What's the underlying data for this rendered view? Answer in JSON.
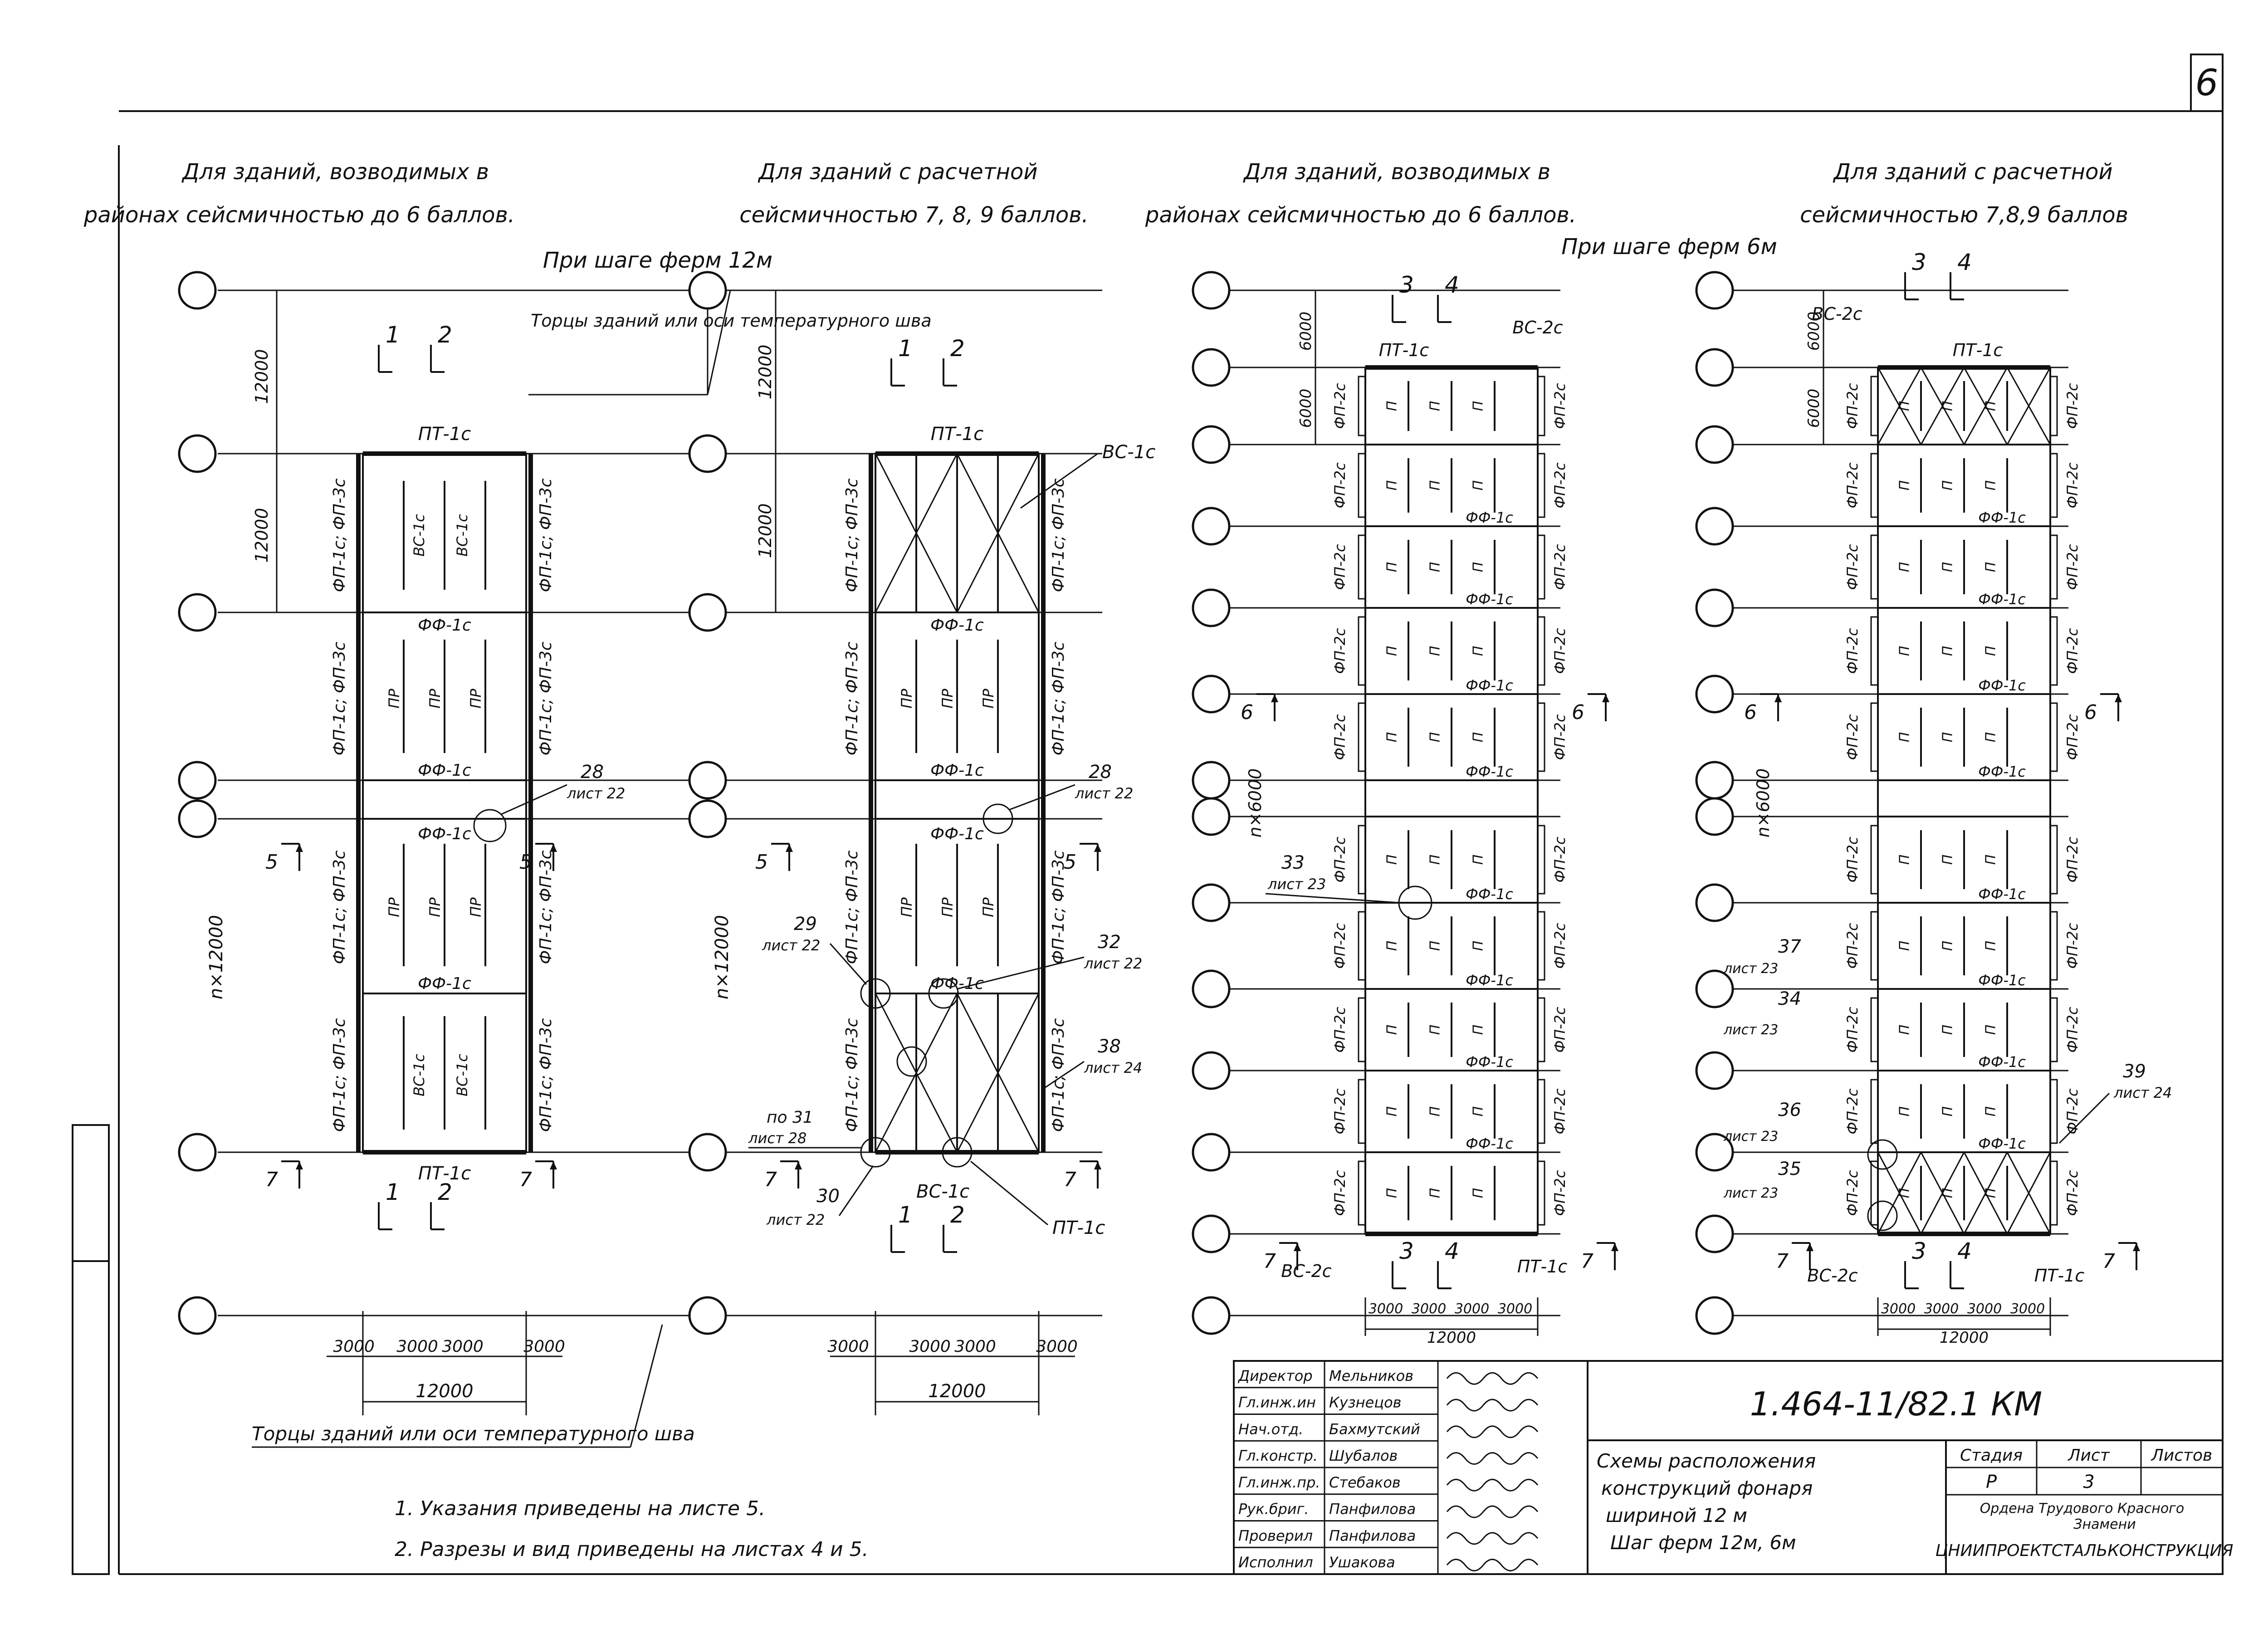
{
  "sheet_number": "6",
  "headings": [
    {
      "line1": "Для зданий, возводимых в",
      "line2": "районах сейсмичностью до 6 баллов."
    },
    {
      "line1": "Для зданий с расчетной",
      "line2": "сейсмичностью 7, 8, 9 баллов."
    },
    {
      "line1": "Для зданий, возводимых в",
      "line2": "районах сейсмичностью до 6 баллов."
    },
    {
      "line1": "Для зданий с расчетной",
      "line2": "сейсмичностью 7,8,9 баллов"
    }
  ],
  "truss_step_12": "При шаге ферм 12м",
  "truss_step_6": "При шаге ферм 6м",
  "callout_end_top": "Торцы зданий или оси температурного шва",
  "callout_end_bottom": "Торцы зданий или оси температурного шва",
  "dims": {
    "d12000": "12000",
    "d6000": "6000",
    "d3000": "3000",
    "n12000": "n×12000",
    "n6000": "n×6000"
  },
  "labels": {
    "pt1c": "ПТ-1с",
    "vs1c": "ВС-1с",
    "vs2c": "ВС-2с",
    "ff1c": "ФФ-1с",
    "fp1c_fp3c": "ФП-1с; ФП-3с",
    "fp2c": "ФП-2с",
    "pr": "ПР",
    "p": "П",
    "sec1": "1",
    "sec2": "2",
    "sec3": "3",
    "sec4": "4",
    "sec5": "5",
    "sec6": "6",
    "sec7": "7"
  },
  "node_refs": [
    {
      "num": "28",
      "sheet": "лист 22"
    },
    {
      "num": "28",
      "sheet": "лист 22"
    },
    {
      "num": "29",
      "sheet": "лист 22"
    },
    {
      "num": "32",
      "sheet": "лист 22"
    },
    {
      "num": "38",
      "sheet": "лист 24"
    },
    {
      "num": "по 31",
      "sheet": "лист 28"
    },
    {
      "num": "30",
      "sheet": "лист 22"
    },
    {
      "num": "33",
      "sheet": "лист 23"
    },
    {
      "num": "37",
      "sheet": "лист 23"
    },
    {
      "num": "34",
      "sheet": "лист 23"
    },
    {
      "num": "36",
      "sheet": "лист 23"
    },
    {
      "num": "35",
      "sheet": "лист 23"
    },
    {
      "num": "39",
      "sheet": "лист 24"
    }
  ],
  "notes": [
    "1. Указания приведены на листе 5.",
    "2. Разрезы и вид приведены на листах 4 и 5."
  ],
  "title_block": {
    "code": "1.464-11/82.1 КМ",
    "title_lines": [
      "Схемы расположения",
      "конструкций фонаря",
      "шириной 12 м",
      "Шаг ферм 12м, 6м"
    ],
    "stage_header": "Стадия",
    "sheet_header": "Лист",
    "sheets_header": "Листов",
    "stage_value": "Р",
    "sheet_value": "3",
    "sheets_value": "",
    "org_line1": "Ордена Трудового Красного",
    "org_line2": "Знамени",
    "org_name": "ЦНИИПРОЕКТСТАЛЬКОНСТРУКЦИЯ",
    "staff": [
      {
        "role": "Директор",
        "name": "Мельников"
      },
      {
        "role": "Гл.инж.ин",
        "name": "Кузнецов"
      },
      {
        "role": "Нач.отд.",
        "name": "Бахмутский"
      },
      {
        "role": "Гл.констр.",
        "name": "Шубалов"
      },
      {
        "role": "Гл.инж.пр.",
        "name": "Стебаков"
      },
      {
        "role": "Рук.бриг.",
        "name": "Панфилова"
      },
      {
        "role": "Проверил",
        "name": "Панфилова"
      },
      {
        "role": "Исполнил",
        "name": "Ушакова"
      }
    ]
  }
}
